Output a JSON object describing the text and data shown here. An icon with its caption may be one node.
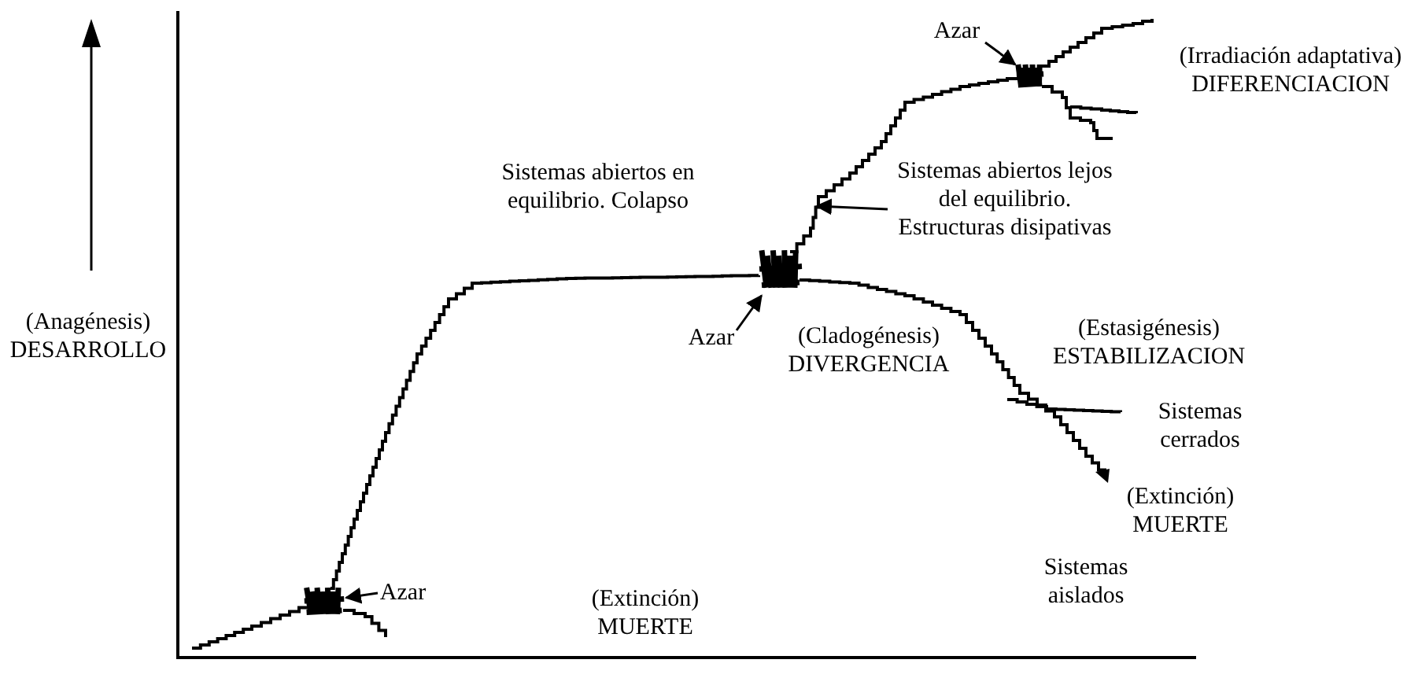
{
  "diagram": {
    "nodes": [
      {
        "text": [
          "Azar"
        ]
      },
      {
        "text": [],
        "shape": "scribble"
      },
      {
        "text": [
          "Azar"
        ]
      },
      {
        "text": [],
        "shape": "scribble"
      },
      {
        "text": [
          "Azar"
        ]
      },
      {
        "text": [],
        "shape": "scribble"
      },
      {
        "text": [
          "Sistemas abiertos lejos del equilibrio. Estructuras disipativas"
        ]
      }
    ],
    "edges": [
      {
        "from": 0,
        "to": 1,
        "arrow": "to"
      },
      {
        "from": 2,
        "to": 3,
        "arrow": "to"
      },
      {
        "from": 4,
        "to": 5,
        "arrow": "to"
      },
      {
        "from": 6,
        "to": null,
        "arrow": "to"
      }
    ],
    "labels": [
      "(Irradiación adaptativa)",
      "DIFERENCIACION",
      "Sistemas abiertos en equilibrio. Colapso",
      "(Anagénesis)",
      "DESARROLLO",
      "(Estasigénesis)",
      "ESTABILIZACION",
      "(Cladogénesis)",
      "DIVERGENCIA",
      "Sistemas cerrados",
      "(Extinción)",
      "MUERTE",
      "Sistemas aislados",
      "(Extinción)",
      "MUERTE"
    ]
  }
}
